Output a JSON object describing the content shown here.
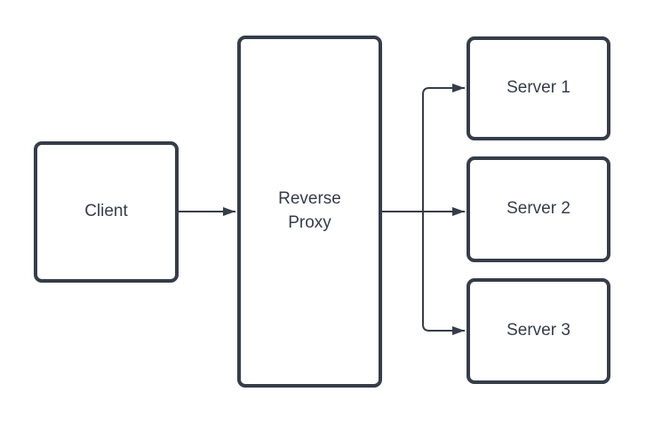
{
  "diagram": {
    "type": "flow-diagram",
    "colors": {
      "background": "#ffffff",
      "stroke": "#363d49",
      "text": "#363d49",
      "node_fill": "#ffffff"
    },
    "nodes": [
      {
        "id": "client",
        "label": "Client"
      },
      {
        "id": "reverse-proxy",
        "label": "Reverse Proxy"
      },
      {
        "id": "server-1",
        "label": "Server 1"
      },
      {
        "id": "server-2",
        "label": "Server 2"
      },
      {
        "id": "server-3",
        "label": "Server 3"
      }
    ],
    "edges": [
      {
        "from": "client",
        "to": "reverse-proxy",
        "arrowhead": "filled-triangle-right"
      },
      {
        "from": "reverse-proxy",
        "to": "server-1",
        "arrowhead": "filled-triangle-right"
      },
      {
        "from": "reverse-proxy",
        "to": "server-2",
        "arrowhead": "filled-triangle-right"
      },
      {
        "from": "reverse-proxy",
        "to": "server-3",
        "arrowhead": "filled-triangle-right"
      }
    ]
  }
}
